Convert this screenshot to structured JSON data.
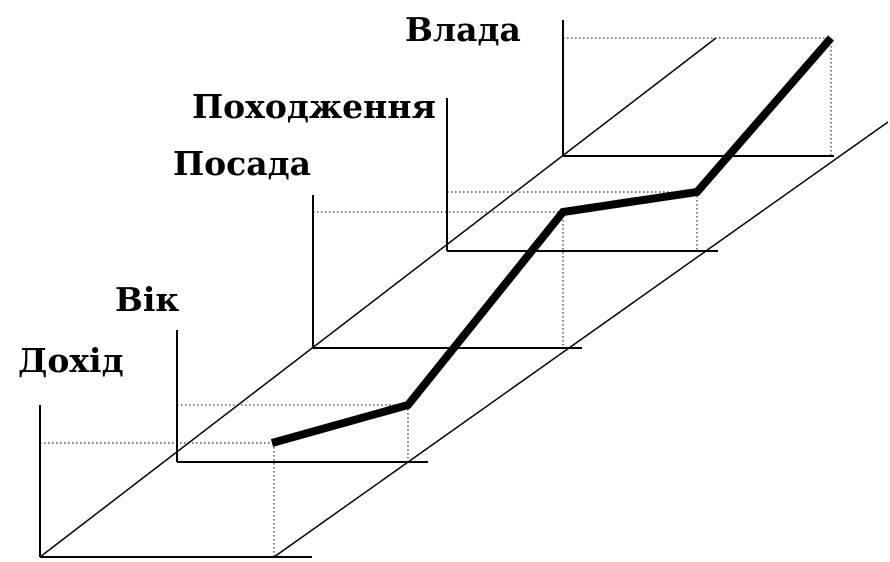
{
  "dimensions": [
    {
      "key": "income",
      "label": "Дохід"
    },
    {
      "key": "age",
      "label": "Вік"
    },
    {
      "key": "position",
      "label": "Посада"
    },
    {
      "key": "origin",
      "label": "Походження"
    },
    {
      "key": "power",
      "label": "Влада"
    }
  ],
  "colors": {
    "ink": "#000000",
    "background": "#ffffff"
  }
}
